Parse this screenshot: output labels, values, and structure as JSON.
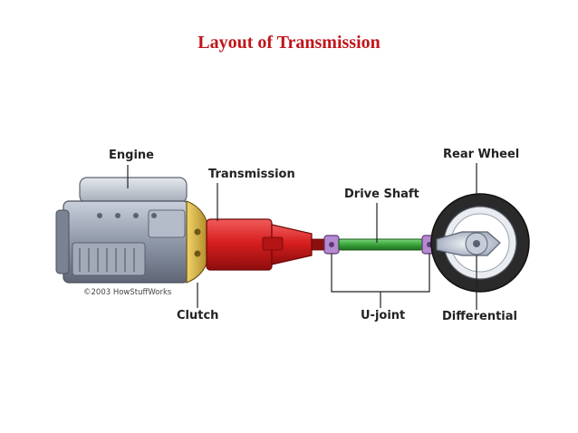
{
  "title": "Layout of Transmission",
  "labels": {
    "engine": "Engine",
    "transmission": "Transmission",
    "drive_shaft": "Drive Shaft",
    "rear_wheel": "Rear Wheel",
    "clutch": "Clutch",
    "u_joint": "U-joint",
    "differential": "Differential"
  },
  "copyright": "©2003 HowStuffWorks",
  "colors": {
    "title": "#c0151b",
    "transmission": "#d81f1f",
    "drive_shaft": "#3aa53a",
    "u_joint": "#b58ad0",
    "clutch": "#d9b23a",
    "engine": "#8d96a6",
    "tire": "#2a2a2a"
  }
}
